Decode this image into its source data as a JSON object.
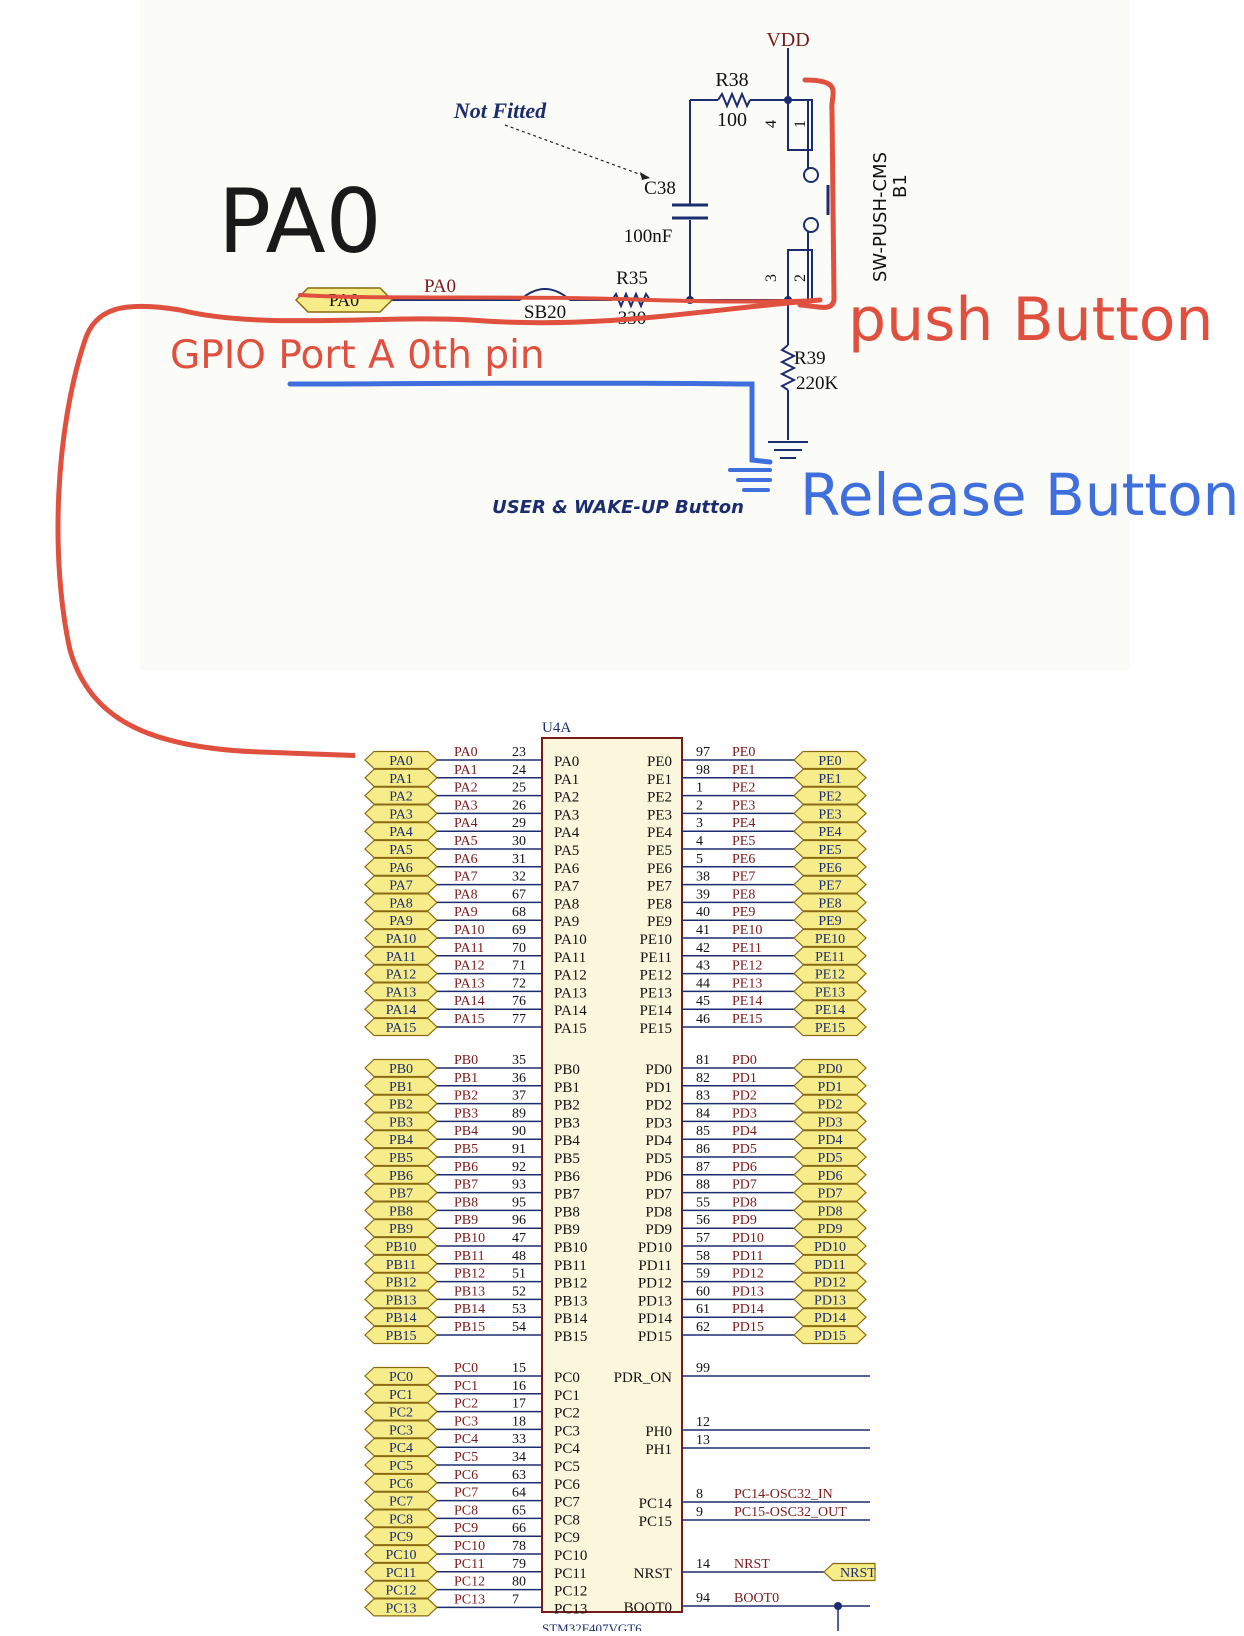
{
  "schematic_top": {
    "supply": "VDD",
    "note_text": "Not Fitted",
    "r38": {
      "ref": "R38",
      "value": "100"
    },
    "c38": {
      "ref": "C38",
      "value": "100nF"
    },
    "r35": {
      "ref": "R35",
      "value": "330"
    },
    "r39": {
      "ref": "R39",
      "value": "220K"
    },
    "sb20": "SB20",
    "net_label": "PA0",
    "port_label": "PA0",
    "switch": {
      "part": "SW-PUSH-CMS",
      "ref": "B1",
      "pins": [
        "4",
        "1",
        "3",
        "2"
      ]
    },
    "caption": "USER & WAKE-UP Button"
  },
  "annotations": {
    "big_label": "PA0",
    "gpio_label": "GPIO Port A 0th pin",
    "push_label": "push Button",
    "release_label": "Release Button",
    "colors": {
      "red": "#e0503f",
      "blue": "#3f6fdc",
      "black": "#1a1a1a"
    }
  },
  "chip": {
    "ref": "U4A",
    "part": "STM32F407VGT6",
    "left_groups": [
      [
        [
          "PA0",
          "23"
        ],
        [
          "PA1",
          "24"
        ],
        [
          "PA2",
          "25"
        ],
        [
          "PA3",
          "26"
        ],
        [
          "PA4",
          "29"
        ],
        [
          "PA5",
          "30"
        ],
        [
          "PA6",
          "31"
        ],
        [
          "PA7",
          "32"
        ],
        [
          "PA8",
          "67"
        ],
        [
          "PA9",
          "68"
        ],
        [
          "PA10",
          "69"
        ],
        [
          "PA11",
          "70"
        ],
        [
          "PA12",
          "71"
        ],
        [
          "PA13",
          "72"
        ],
        [
          "PA14",
          "76"
        ],
        [
          "PA15",
          "77"
        ]
      ],
      [
        [
          "PB0",
          "35"
        ],
        [
          "PB1",
          "36"
        ],
        [
          "PB2",
          "37"
        ],
        [
          "PB3",
          "89"
        ],
        [
          "PB4",
          "90"
        ],
        [
          "PB5",
          "91"
        ],
        [
          "PB6",
          "92"
        ],
        [
          "PB7",
          "93"
        ],
        [
          "PB8",
          "95"
        ],
        [
          "PB9",
          "96"
        ],
        [
          "PB10",
          "47"
        ],
        [
          "PB11",
          "48"
        ],
        [
          "PB12",
          "51"
        ],
        [
          "PB13",
          "52"
        ],
        [
          "PB14",
          "53"
        ],
        [
          "PB15",
          "54"
        ]
      ],
      [
        [
          "PC0",
          "15"
        ],
        [
          "PC1",
          "16"
        ],
        [
          "PC2",
          "17"
        ],
        [
          "PC3",
          "18"
        ],
        [
          "PC4",
          "33"
        ],
        [
          "PC5",
          "34"
        ],
        [
          "PC6",
          "63"
        ],
        [
          "PC7",
          "64"
        ],
        [
          "PC8",
          "65"
        ],
        [
          "PC9",
          "66"
        ],
        [
          "PC10",
          "78"
        ],
        [
          "PC11",
          "79"
        ],
        [
          "PC12",
          "80"
        ],
        [
          "PC13",
          "7"
        ]
      ]
    ],
    "right_groups": [
      [
        [
          "PE0",
          "97"
        ],
        [
          "PE1",
          "98"
        ],
        [
          "PE2",
          "1"
        ],
        [
          "PE3",
          "2"
        ],
        [
          "PE4",
          "3"
        ],
        [
          "PE5",
          "4"
        ],
        [
          "PE6",
          "5"
        ],
        [
          "PE7",
          "38"
        ],
        [
          "PE8",
          "39"
        ],
        [
          "PE9",
          "40"
        ],
        [
          "PE10",
          "41"
        ],
        [
          "PE11",
          "42"
        ],
        [
          "PE12",
          "43"
        ],
        [
          "PE13",
          "44"
        ],
        [
          "PE14",
          "45"
        ],
        [
          "PE15",
          "46"
        ]
      ],
      [
        [
          "PD0",
          "81"
        ],
        [
          "PD1",
          "82"
        ],
        [
          "PD2",
          "83"
        ],
        [
          "PD3",
          "84"
        ],
        [
          "PD4",
          "85"
        ],
        [
          "PD5",
          "86"
        ],
        [
          "PD6",
          "87"
        ],
        [
          "PD7",
          "88"
        ],
        [
          "PD8",
          "55"
        ],
        [
          "PD9",
          "56"
        ],
        [
          "PD10",
          "57"
        ],
        [
          "PD11",
          "58"
        ],
        [
          "PD12",
          "59"
        ],
        [
          "PD13",
          "60"
        ],
        [
          "PD14",
          "61"
        ],
        [
          "PD15",
          "62"
        ]
      ]
    ],
    "right_misc": [
      {
        "pin": "PDR_ON",
        "num": "99",
        "net": ""
      },
      {
        "pin": "PH0",
        "num": "12",
        "net": ""
      },
      {
        "pin": "PH1",
        "num": "13",
        "net": ""
      },
      {
        "pin": "PC14",
        "num": "8",
        "net": "PC14-OSC32_IN"
      },
      {
        "pin": "PC15",
        "num": "9",
        "net": "PC15-OSC32_OUT"
      },
      {
        "pin": "NRST",
        "num": "14",
        "net": "NRST",
        "port": "NRST"
      },
      {
        "pin": "BOOT0",
        "num": "94",
        "net": "BOOT0"
      }
    ]
  }
}
